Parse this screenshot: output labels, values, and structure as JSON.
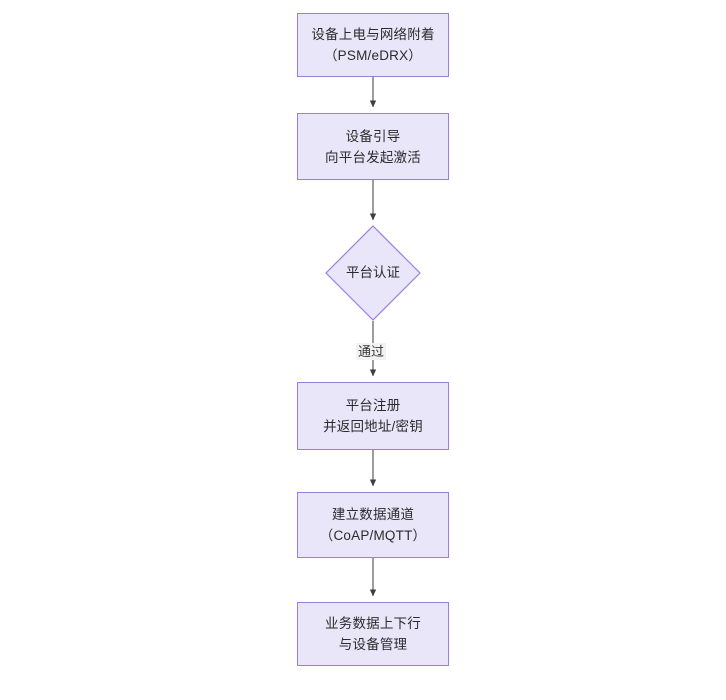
{
  "diagram": {
    "type": "flowchart",
    "orientation": "top-to-bottom",
    "background": "#ffffff",
    "node_fill": "#e9e6fa",
    "node_border": "#9c7ddb",
    "edge_color": "#4d4d4d",
    "text_color": "#2b2b2b",
    "nodes": [
      {
        "id": "n1",
        "shape": "rect",
        "lines": [
          "设备上电与网络附着",
          "（PSM/eDRX）"
        ]
      },
      {
        "id": "n2",
        "shape": "rect",
        "lines": [
          "设备引导",
          "向平台发起激活"
        ]
      },
      {
        "id": "n3",
        "shape": "diamond",
        "lines": [
          "平台认证"
        ]
      },
      {
        "id": "n4",
        "shape": "rect",
        "lines": [
          "平台注册",
          "并返回地址/密钥"
        ]
      },
      {
        "id": "n5",
        "shape": "rect",
        "lines": [
          "建立数据通道",
          "（CoAP/MQTT）"
        ]
      },
      {
        "id": "n6",
        "shape": "rect",
        "lines": [
          "业务数据上下行",
          "与设备管理"
        ]
      }
    ],
    "edges": [
      {
        "id": "e1",
        "from": "n1",
        "to": "n2",
        "label": ""
      },
      {
        "id": "e2",
        "from": "n2",
        "to": "n3",
        "label": ""
      },
      {
        "id": "e3",
        "from": "n3",
        "to": "n4",
        "label": "通过"
      },
      {
        "id": "e4",
        "from": "n4",
        "to": "n5",
        "label": ""
      },
      {
        "id": "e5",
        "from": "n5",
        "to": "n6",
        "label": ""
      }
    ]
  }
}
